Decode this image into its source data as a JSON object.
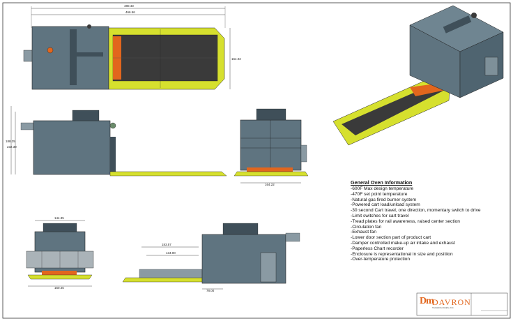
{
  "colors": {
    "body": "#5f7480",
    "body_dark": "#3f4f59",
    "track": "#3a3a3a",
    "rail_yellow": "#d6e02e",
    "accent_orange": "#e2661d",
    "line": "#222222"
  },
  "dimensions": {
    "top_overall": "480.43",
    "top_inner": "466.56",
    "top_width": "164.02",
    "side_height": "188.25",
    "side_height2": "232.39",
    "front_width": "164.22",
    "end_width_top": "144.35",
    "end_width_bottom": "160.45",
    "side2_top": "183.57",
    "side2_mid": "134.00",
    "side2_right": "78.00"
  },
  "info": {
    "title": "General Oven Information",
    "items": [
      "-600F Max design temperature",
      "-470F set point temperature",
      "-Natural gas fired burner system",
      "-Powered cart load/unload system",
      "-30 second Cart travel, one direction, momentary switch to drive",
      "-Limit switches for cart travel",
      "-Tread plates for rail awareness, raised center section",
      "-Circulation fan",
      "-Exhaust fan",
      "-Lower door section part of product cart",
      "-Damper controlled make-up air intake and exhaust",
      "-Paperless Chart recorder",
      "-Enclosure is representational in size and positiion",
      "-Over-temperature protection"
    ]
  },
  "title_block": {
    "logo_mark": "Dm",
    "company": "DAVRON",
    "tagline": "TECHNOLOGIES, INC."
  }
}
